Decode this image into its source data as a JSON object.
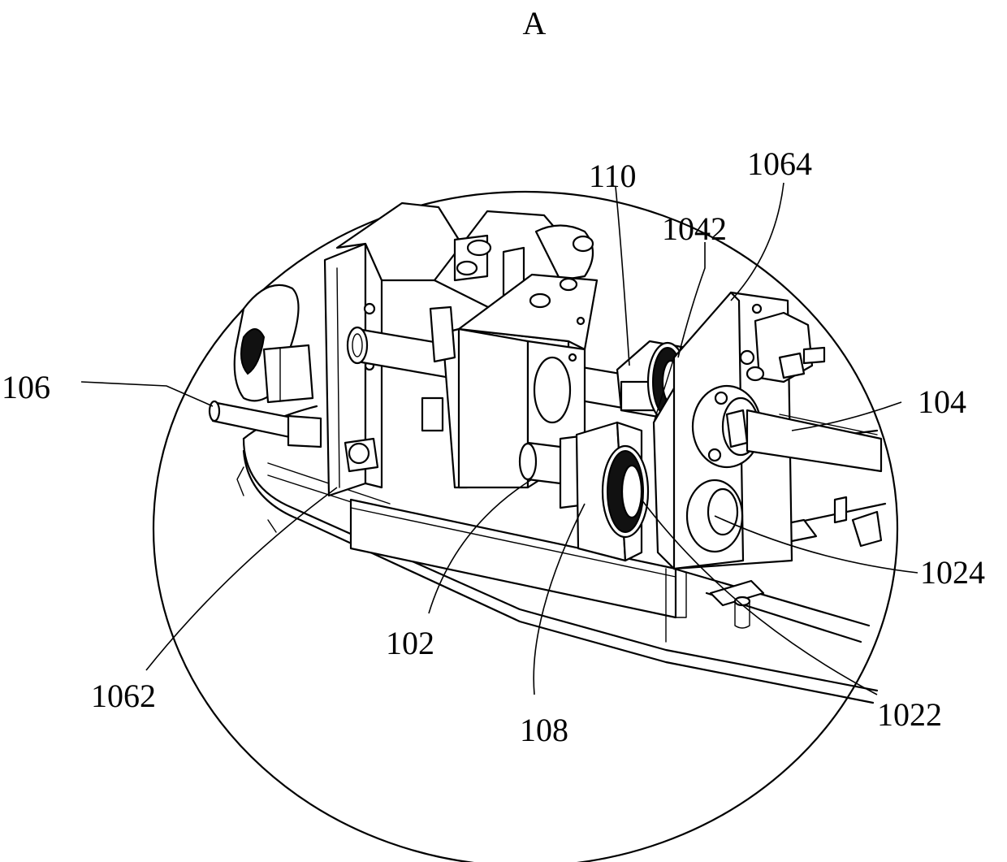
{
  "figure": {
    "title": "A",
    "labels": {
      "l106": "106",
      "l110": "110",
      "l1064": "1064",
      "l1042": "1042",
      "l104": "104",
      "l1024": "1024",
      "l1022": "1022",
      "l108": "108",
      "l102": "102",
      "l1062": "1062"
    }
  }
}
